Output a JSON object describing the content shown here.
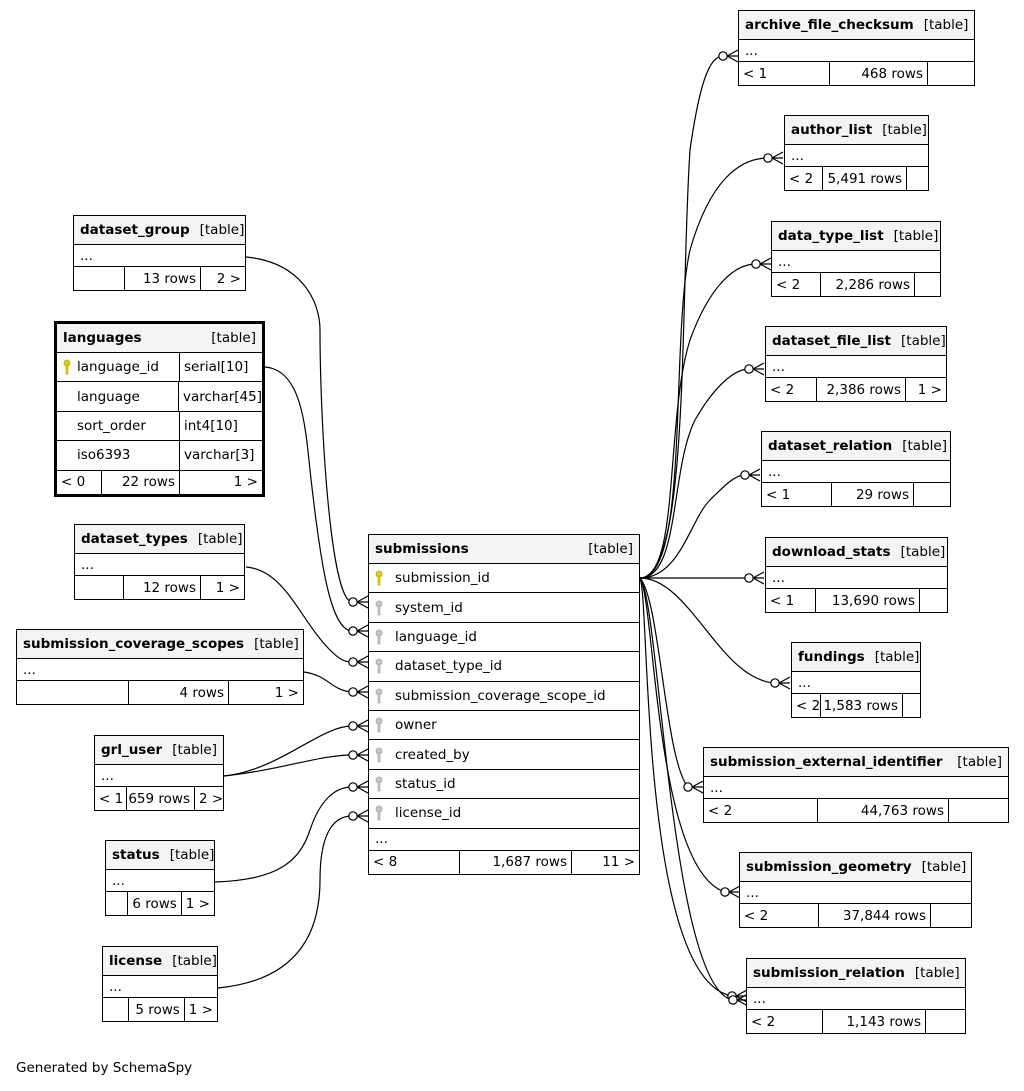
{
  "footer": "Generated by SchemaSpy",
  "center": {
    "name": "submissions",
    "type": "[table]",
    "fields": [
      {
        "name": "submission_id",
        "key": "pk"
      },
      {
        "name": "system_id",
        "key": "fk"
      },
      {
        "name": "language_id",
        "key": "fk"
      },
      {
        "name": "dataset_type_id",
        "key": "fk"
      },
      {
        "name": "submission_coverage_scope_id",
        "key": "fk"
      },
      {
        "name": "owner",
        "key": "fk"
      },
      {
        "name": "created_by",
        "key": "fk"
      },
      {
        "name": "status_id",
        "key": "fk"
      },
      {
        "name": "license_id",
        "key": "fk"
      }
    ],
    "more": "...",
    "parents": "< 8",
    "rows": "1,687 rows",
    "children": "11 >"
  },
  "languages": {
    "name": "languages",
    "type": "[table]",
    "fields": [
      {
        "name": "language_id",
        "datatype": "serial[10]",
        "key": "pk"
      },
      {
        "name": "language",
        "datatype": "varchar[45]",
        "key": ""
      },
      {
        "name": "sort_order",
        "datatype": "int4[10]",
        "key": ""
      },
      {
        "name": "iso6393",
        "datatype": "varchar[3]",
        "key": ""
      }
    ],
    "parents": "< 0",
    "rows": "22 rows",
    "children": "1 >"
  },
  "left_tables": [
    {
      "name": "dataset_group",
      "type": "[table]",
      "more": "...",
      "parents": "",
      "rows": "13 rows",
      "children": "2 >"
    },
    {
      "name": "dataset_types",
      "type": "[table]",
      "more": "...",
      "parents": "",
      "rows": "12 rows",
      "children": "1 >"
    },
    {
      "name": "submission_coverage_scopes",
      "type": "[table]",
      "more": "...",
      "parents": "",
      "rows": "4 rows",
      "children": "1 >"
    },
    {
      "name": "grl_user",
      "type": "[table]",
      "more": "...",
      "parents": "< 1",
      "rows": "659 rows",
      "children": "2 >"
    },
    {
      "name": "status",
      "type": "[table]",
      "more": "...",
      "parents": "",
      "rows": "6 rows",
      "children": "1 >"
    },
    {
      "name": "license",
      "type": "[table]",
      "more": "...",
      "parents": "",
      "rows": "5 rows",
      "children": "1 >"
    }
  ],
  "right_tables": [
    {
      "name": "archive_file_checksum",
      "type": "[table]",
      "more": "...",
      "parents": "< 1",
      "rows": "468 rows",
      "children": ""
    },
    {
      "name": "author_list",
      "type": "[table]",
      "more": "...",
      "parents": "< 2",
      "rows": "5,491 rows",
      "children": ""
    },
    {
      "name": "data_type_list",
      "type": "[table]",
      "more": "...",
      "parents": "< 2",
      "rows": "2,286 rows",
      "children": ""
    },
    {
      "name": "dataset_file_list",
      "type": "[table]",
      "more": "...",
      "parents": "< 2",
      "rows": "2,386 rows",
      "children": "1 >"
    },
    {
      "name": "dataset_relation",
      "type": "[table]",
      "more": "...",
      "parents": "< 1",
      "rows": "29 rows",
      "children": ""
    },
    {
      "name": "download_stats",
      "type": "[table]",
      "more": "...",
      "parents": "< 1",
      "rows": "13,690 rows",
      "children": ""
    },
    {
      "name": "fundings",
      "type": "[table]",
      "more": "...",
      "parents": "< 2",
      "rows": "1,583 rows",
      "children": ""
    },
    {
      "name": "submission_external_identifier",
      "type": "[table]",
      "more": "...",
      "parents": "< 2",
      "rows": "44,763 rows",
      "children": ""
    },
    {
      "name": "submission_geometry",
      "type": "[table]",
      "more": "...",
      "parents": "< 2",
      "rows": "37,844 rows",
      "children": ""
    },
    {
      "name": "submission_relation",
      "type": "[table]",
      "more": "...",
      "parents": "< 2",
      "rows": "1,143 rows",
      "children": ""
    }
  ]
}
